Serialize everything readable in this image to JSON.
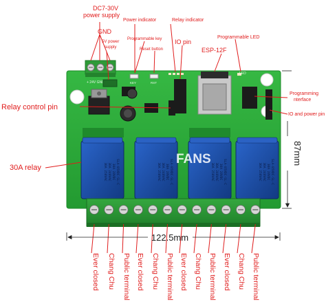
{
  "labels": {
    "supply_voltage": "DC7-30V",
    "supply_word": "power supply",
    "gnd": "GND",
    "five_v_l1": "5V power",
    "five_v_l2": "supply",
    "power_indicator": "Power indicator",
    "relay_indicator": "Relay indicator",
    "programmable_key": "Programmable key",
    "reset_button": "Reset button",
    "io_pin": "IO pin",
    "programmable_led": "Programmable LED",
    "esp": "ESP-12F",
    "programming_interface_l1": "Programming",
    "programming_interface_l2": "nterface",
    "io_power_pin": "IO and power pin",
    "relay_control_pin": "Relay control pin",
    "relay_30a": "30A relay",
    "width_dim": "122.5mm",
    "height_dim": "87mm",
    "watermark": "FANS"
  },
  "silkscreen": {
    "vin": "+ 24V GND 5V",
    "key": "KEY",
    "rst": "RST",
    "led": "LED"
  },
  "relay_marking": {
    "l1": "30A 250VAC",
    "l2": "30A 240VAC",
    "l3": "30A 28VDC",
    "model": "SLA-05VDC-SL-C"
  },
  "terminals": [
    "Ever closed",
    "Chang Chu",
    "Public terminal",
    "Ever closed",
    "Chang Chu",
    "Public terminal",
    "Ever closed",
    "Chang Chu",
    "Public terminal",
    "Ever closed",
    "Chang Chu",
    "Public terminal"
  ],
  "colors": {
    "pcb": "#2fae3c",
    "relay": "#1c4fa8",
    "label": "#e01b1b",
    "terminal": "#2d9a37"
  }
}
